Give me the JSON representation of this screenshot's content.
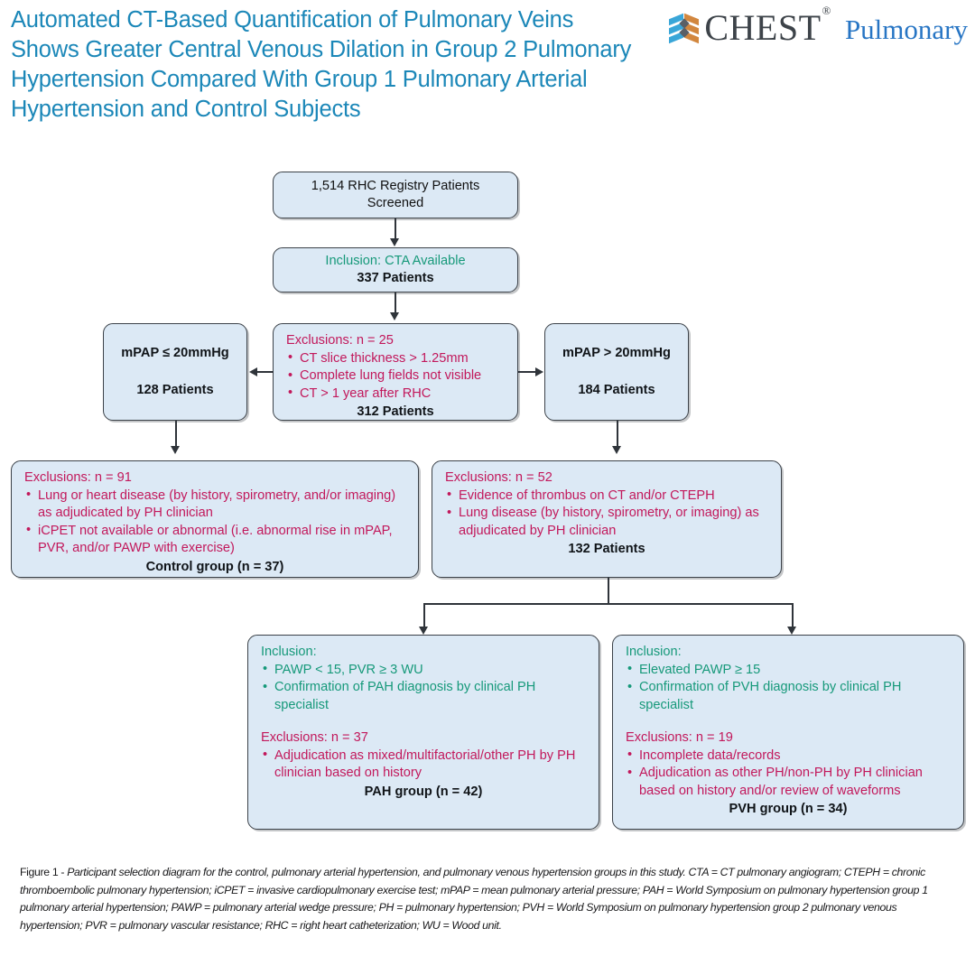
{
  "header": {
    "title": "Automated CT-Based Quantification of Pulmonary Veins Shows Greater Central Venous Dilation in Group 2 Pulmonary Hypertension Compared With Group 1 Pulmonary Arterial Hypertension and Control Subjects",
    "title_color": "#1b87b8",
    "logo": {
      "mark_name": "chest-logo-mark",
      "wordmark": "CHEST",
      "registered": "®",
      "section": "Pulmonary",
      "wordmark_color": "#3d4349",
      "section_color": "#2775c4",
      "stripe_blue": "#3aa6d8",
      "stripe_orange": "#d2873f"
    }
  },
  "colors": {
    "box_fill": "#dce9f5",
    "box_border": "#3b4148",
    "inclusion_green": "#16997a",
    "exclusion_crimson": "#c2185b",
    "text_black": "#101418",
    "connector": "#2f343a"
  },
  "flow": {
    "screened": {
      "line1": "1,514 RHC Registry Patients",
      "line2": "Screened"
    },
    "inclusion_cta": {
      "label": "Inclusion: CTA Available",
      "count": "337 Patients"
    },
    "mpap_low": {
      "criterion": "mPAP ≤ 20mmHg",
      "count": "128 Patients"
    },
    "mpap_high": {
      "criterion": "mPAP > 20mmHg",
      "count": "184 Patients"
    },
    "exclusions_25": {
      "heading": "Exclusions: n = 25",
      "bullets": [
        "CT slice thickness > 1.25mm",
        "Complete lung fields not visible",
        "CT > 1 year after RHC"
      ],
      "total": "312 Patients"
    },
    "exclusions_91": {
      "heading": "Exclusions: n = 91",
      "bullets": [
        "Lung or heart disease (by history, spirometry, and/or imaging) as adjudicated by PH clinician",
        "iCPET not available or abnormal (i.e. abnormal rise in mPAP, PVR, and/or PAWP with exercise)"
      ],
      "total": "Control group (n = 37)"
    },
    "exclusions_52": {
      "heading": "Exclusions: n = 52",
      "bullets": [
        "Evidence of thrombus on CT and/or CTEPH",
        "Lung disease (by history, spirometry, or imaging) as adjudicated by PH clinician"
      ],
      "total": "132 Patients"
    },
    "pah_group": {
      "inclusion_heading": "Inclusion:",
      "inclusion_bullets": [
        "PAWP < 15, PVR ≥ 3 WU",
        "Confirmation of PAH diagnosis by clinical PH specialist"
      ],
      "exclusion_heading": "Exclusions: n = 37",
      "exclusion_bullets": [
        "Adjudication as mixed/multifactorial/other PH by PH clinician based on history"
      ],
      "total": "PAH group (n = 42)"
    },
    "pvh_group": {
      "inclusion_heading": "Inclusion:",
      "inclusion_bullets": [
        "Elevated PAWP ≥ 15",
        "Confirmation of PVH diagnosis by clinical PH specialist"
      ],
      "exclusion_heading": "Exclusions: n = 19",
      "exclusion_bullets": [
        "Incomplete data/records",
        "Adjudication as other PH/non-PH by PH clinician based on history and/or review of waveforms"
      ],
      "total": "PVH group (n = 34)"
    }
  },
  "caption": {
    "figure_number": "Figure 1 - ",
    "text": "Participant selection diagram for the control, pulmonary arterial hypertension, and pulmonary venous hypertension groups in this study. CTA = CT pulmonary angiogram; CTEPH = chronic thromboembolic pulmonary hypertension; iCPET = invasive cardiopulmonary exercise test; mPAP = mean pulmonary arterial pressure; PAH = World Symposium on pulmonary hypertension group 1 pulmonary arterial hypertension; PAWP = pulmonary arterial wedge pressure; PH = pulmonary hypertension; PVH = World Symposium on pulmonary hypertension group 2 pulmonary venous hypertension; PVR = pulmonary vascular resistance; RHC = right heart catheterization; WU = Wood unit."
  }
}
